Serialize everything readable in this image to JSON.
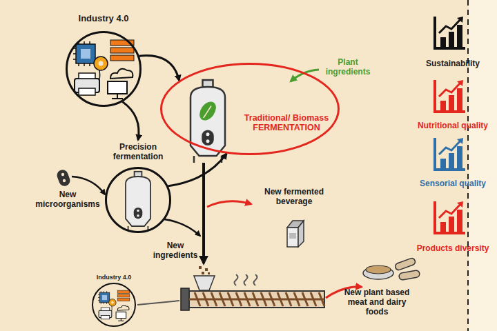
{
  "diagram": {
    "nodes": [
      {
        "text": [
          "Industry 4.0"
        ]
      },
      {
        "text": [
          "Traditional/ Biomass FERMENTATION"
        ]
      },
      {
        "text": [
          "Precision fermentation"
        ]
      },
      {
        "text": [
          "Industry 4.0"
        ]
      }
    ],
    "edges": [
      {
        "from": 0,
        "to": 1,
        "arrow": "to"
      },
      {
        "from": 0,
        "to": 2,
        "arrow": "to"
      },
      {
        "from": 2,
        "to": 1,
        "arrow": "to"
      }
    ],
    "labels": [
      "Plant ingredients",
      "New microorganisms",
      "New ingredients",
      "New fermented beverage",
      "New plant based meat and dairy foods",
      "Sustainability",
      "Nutritional quality",
      "Sensorial quality",
      "Products diversity"
    ]
  }
}
